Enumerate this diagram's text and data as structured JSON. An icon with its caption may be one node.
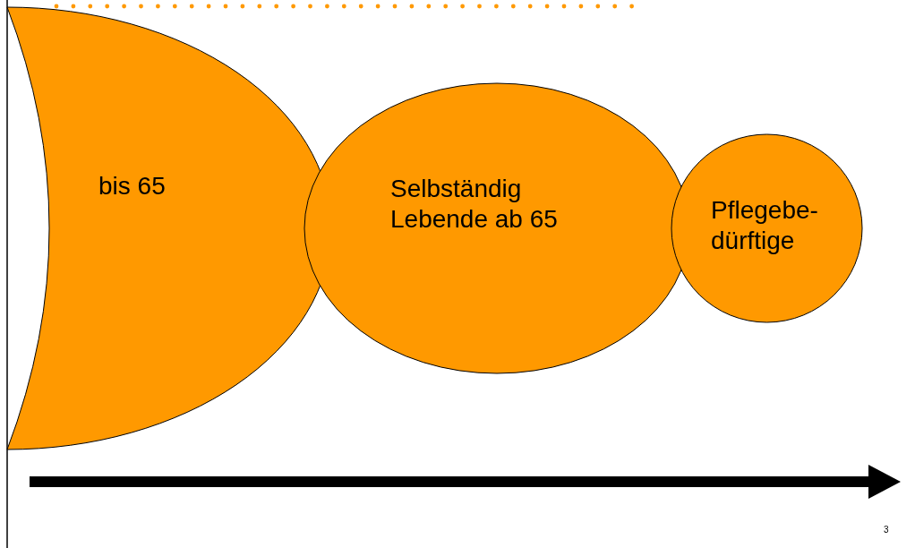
{
  "diagram": {
    "nodes": [
      {
        "text": [
          "bis 65"
        ]
      },
      {
        "text": [
          "Selbständig Lebende ab 65"
        ]
      },
      {
        "text": [
          "Pflegebe- dürftige"
        ]
      }
    ],
    "labels": [
      "3"
    ]
  }
}
